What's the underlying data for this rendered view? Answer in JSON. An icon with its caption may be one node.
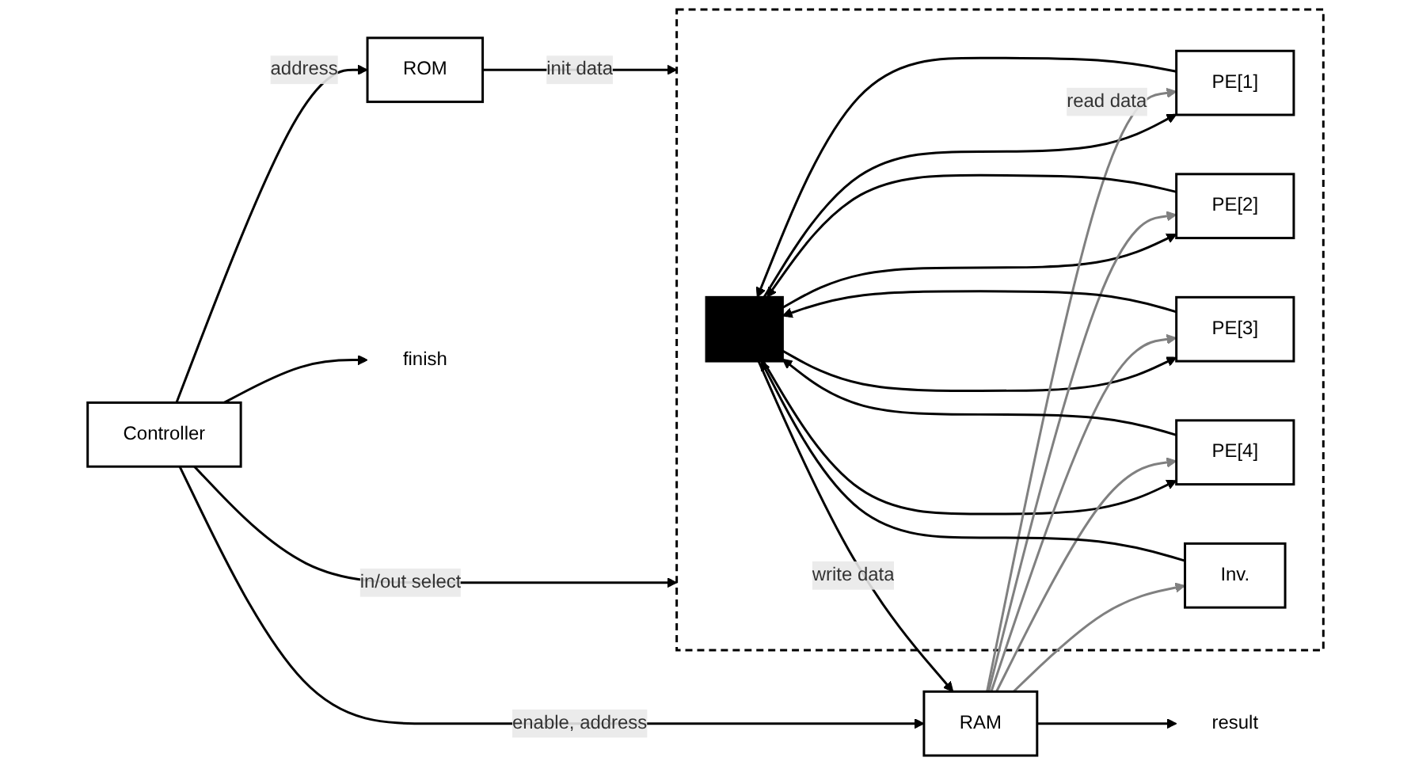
{
  "diagram": {
    "nodes": [
      {
        "text": [],
        "shape": "box"
      },
      {
        "text": [],
        "shape": "bar",
        "in": 0
      },
      {
        "text": [
          "PE[1]"
        ],
        "in": 0
      },
      {
        "text": [
          "PE[2]"
        ],
        "in": 0
      },
      {
        "text": [
          "PE[3]"
        ],
        "in": 0
      },
      {
        "text": [
          "PE[4]"
        ],
        "in": 0
      },
      {
        "text": [
          "Inv."
        ],
        "in": 0
      },
      {
        "text": [
          "RAM"
        ]
      },
      {
        "text": [
          "Controller"
        ]
      },
      {
        "text": [
          "ROM"
        ]
      },
      {
        "text": [
          "result"
        ]
      },
      {
        "text": [
          "finish"
        ]
      }
    ],
    "edges": [
      {
        "from": 1,
        "to": 2,
        "arrow": "to"
      },
      {
        "from": 1,
        "to": 3,
        "arrow": "to"
      },
      {
        "from": 1,
        "to": 4,
        "arrow": "to"
      },
      {
        "from": 1,
        "to": 5,
        "arrow": "to"
      },
      {
        "from": 7,
        "to": 2,
        "arrow": "to",
        "label": "read data",
        "color": "#808080"
      },
      {
        "from": 7,
        "to": 3,
        "arrow": "to",
        "color": "#808080"
      },
      {
        "from": 7,
        "to": 4,
        "arrow": "to",
        "color": "#808080"
      },
      {
        "from": 7,
        "to": 5,
        "arrow": "to",
        "color": "#808080"
      },
      {
        "from": 7,
        "to": 6,
        "arrow": "to",
        "color": "#808080"
      },
      {
        "from": 2,
        "to": 1,
        "arrow": "to"
      },
      {
        "from": 3,
        "to": 1,
        "arrow": "to"
      },
      {
        "from": 4,
        "to": 1,
        "arrow": "to"
      },
      {
        "from": 5,
        "to": 1,
        "arrow": "to"
      },
      {
        "from": 6,
        "to": 1,
        "arrow": "to"
      },
      {
        "from": 1,
        "to": 7,
        "arrow": "to",
        "label": "write data"
      },
      {
        "from": 7,
        "to": 10,
        "arrow": "to"
      },
      {
        "from": 8,
        "to": 7,
        "arrow": "to",
        "label": "enable, address"
      },
      {
        "from": 8,
        "to": 0,
        "arrow": "to",
        "label": "in/out select"
      },
      {
        "from": 8,
        "to": 11,
        "arrow": "to"
      },
      {
        "from": 8,
        "to": 9,
        "arrow": "to",
        "label": "address"
      },
      {
        "from": 9,
        "to": 0,
        "arrow": "to",
        "label": "init data"
      }
    ]
  }
}
